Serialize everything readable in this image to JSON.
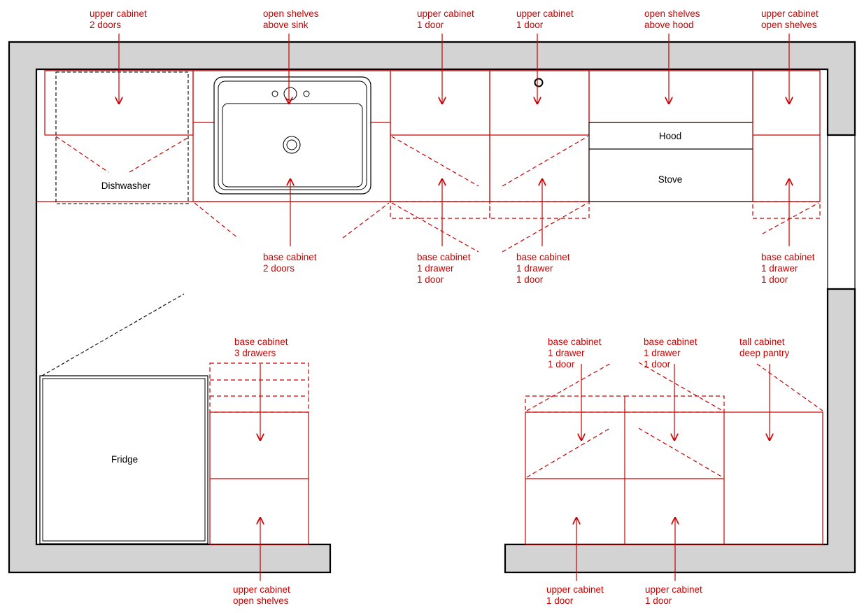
{
  "colors": {
    "annotation": "#cc0000",
    "wall": "#d3d3d3",
    "outline": "#000000"
  },
  "appliances": {
    "dishwasher": "Dishwasher",
    "hood": "Hood",
    "stove": "Stove",
    "fridge": "Fridge"
  },
  "labels": {
    "top_1": [
      "upper cabinet",
      "2 doors"
    ],
    "top_2": [
      "open shelves",
      "above sink"
    ],
    "top_3": [
      "upper cabinet",
      "1 door"
    ],
    "top_4": [
      "upper cabinet",
      "1 door"
    ],
    "top_5": [
      "open shelves",
      "above hood"
    ],
    "top_6": [
      "upper cabinet",
      "open shelves"
    ],
    "mid_1": [
      "base cabinet",
      "2 doors"
    ],
    "mid_2": [
      "base cabinet",
      "1 drawer",
      "1 door"
    ],
    "mid_3": [
      "base cabinet",
      "1 drawer",
      "1 door"
    ],
    "mid_4": [
      "base cabinet",
      "1 drawer",
      "1 door"
    ],
    "low_1": [
      "base cabinet",
      "3 drawers"
    ],
    "low_2": [
      "base cabinet",
      "1 drawer",
      "1 door"
    ],
    "low_3": [
      "base cabinet",
      "1 drawer",
      "1 door"
    ],
    "low_4": [
      "tall cabinet",
      "deep pantry"
    ],
    "bot_1": [
      "upper cabinet",
      "open shelves"
    ],
    "bot_2": [
      "upper cabinet",
      "1 door"
    ],
    "bot_3": [
      "upper cabinet",
      "1 door"
    ]
  }
}
